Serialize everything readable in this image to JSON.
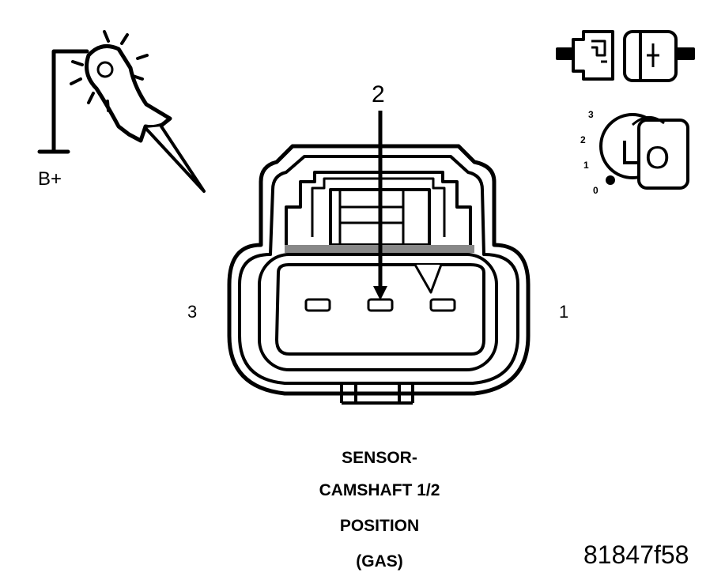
{
  "probe": {
    "label": "B+",
    "icon": "test-light-probe-icon"
  },
  "connector_icon": "connector-disconnect-icon",
  "ignition": {
    "icon": "ignition-key-icon",
    "positions": [
      "3",
      "2",
      "1",
      "0"
    ],
    "key_letter": "O"
  },
  "connector": {
    "pointer_pin": "2",
    "pins": [
      {
        "id": "pin-3",
        "label": "3"
      },
      {
        "id": "pin-1",
        "label": "1"
      }
    ]
  },
  "caption": {
    "line1": "SENSOR-",
    "line2": "CAMSHAFT 1/2",
    "line3": "POSITION",
    "line4": "(GAS)"
  },
  "figure_id": "81847f58"
}
